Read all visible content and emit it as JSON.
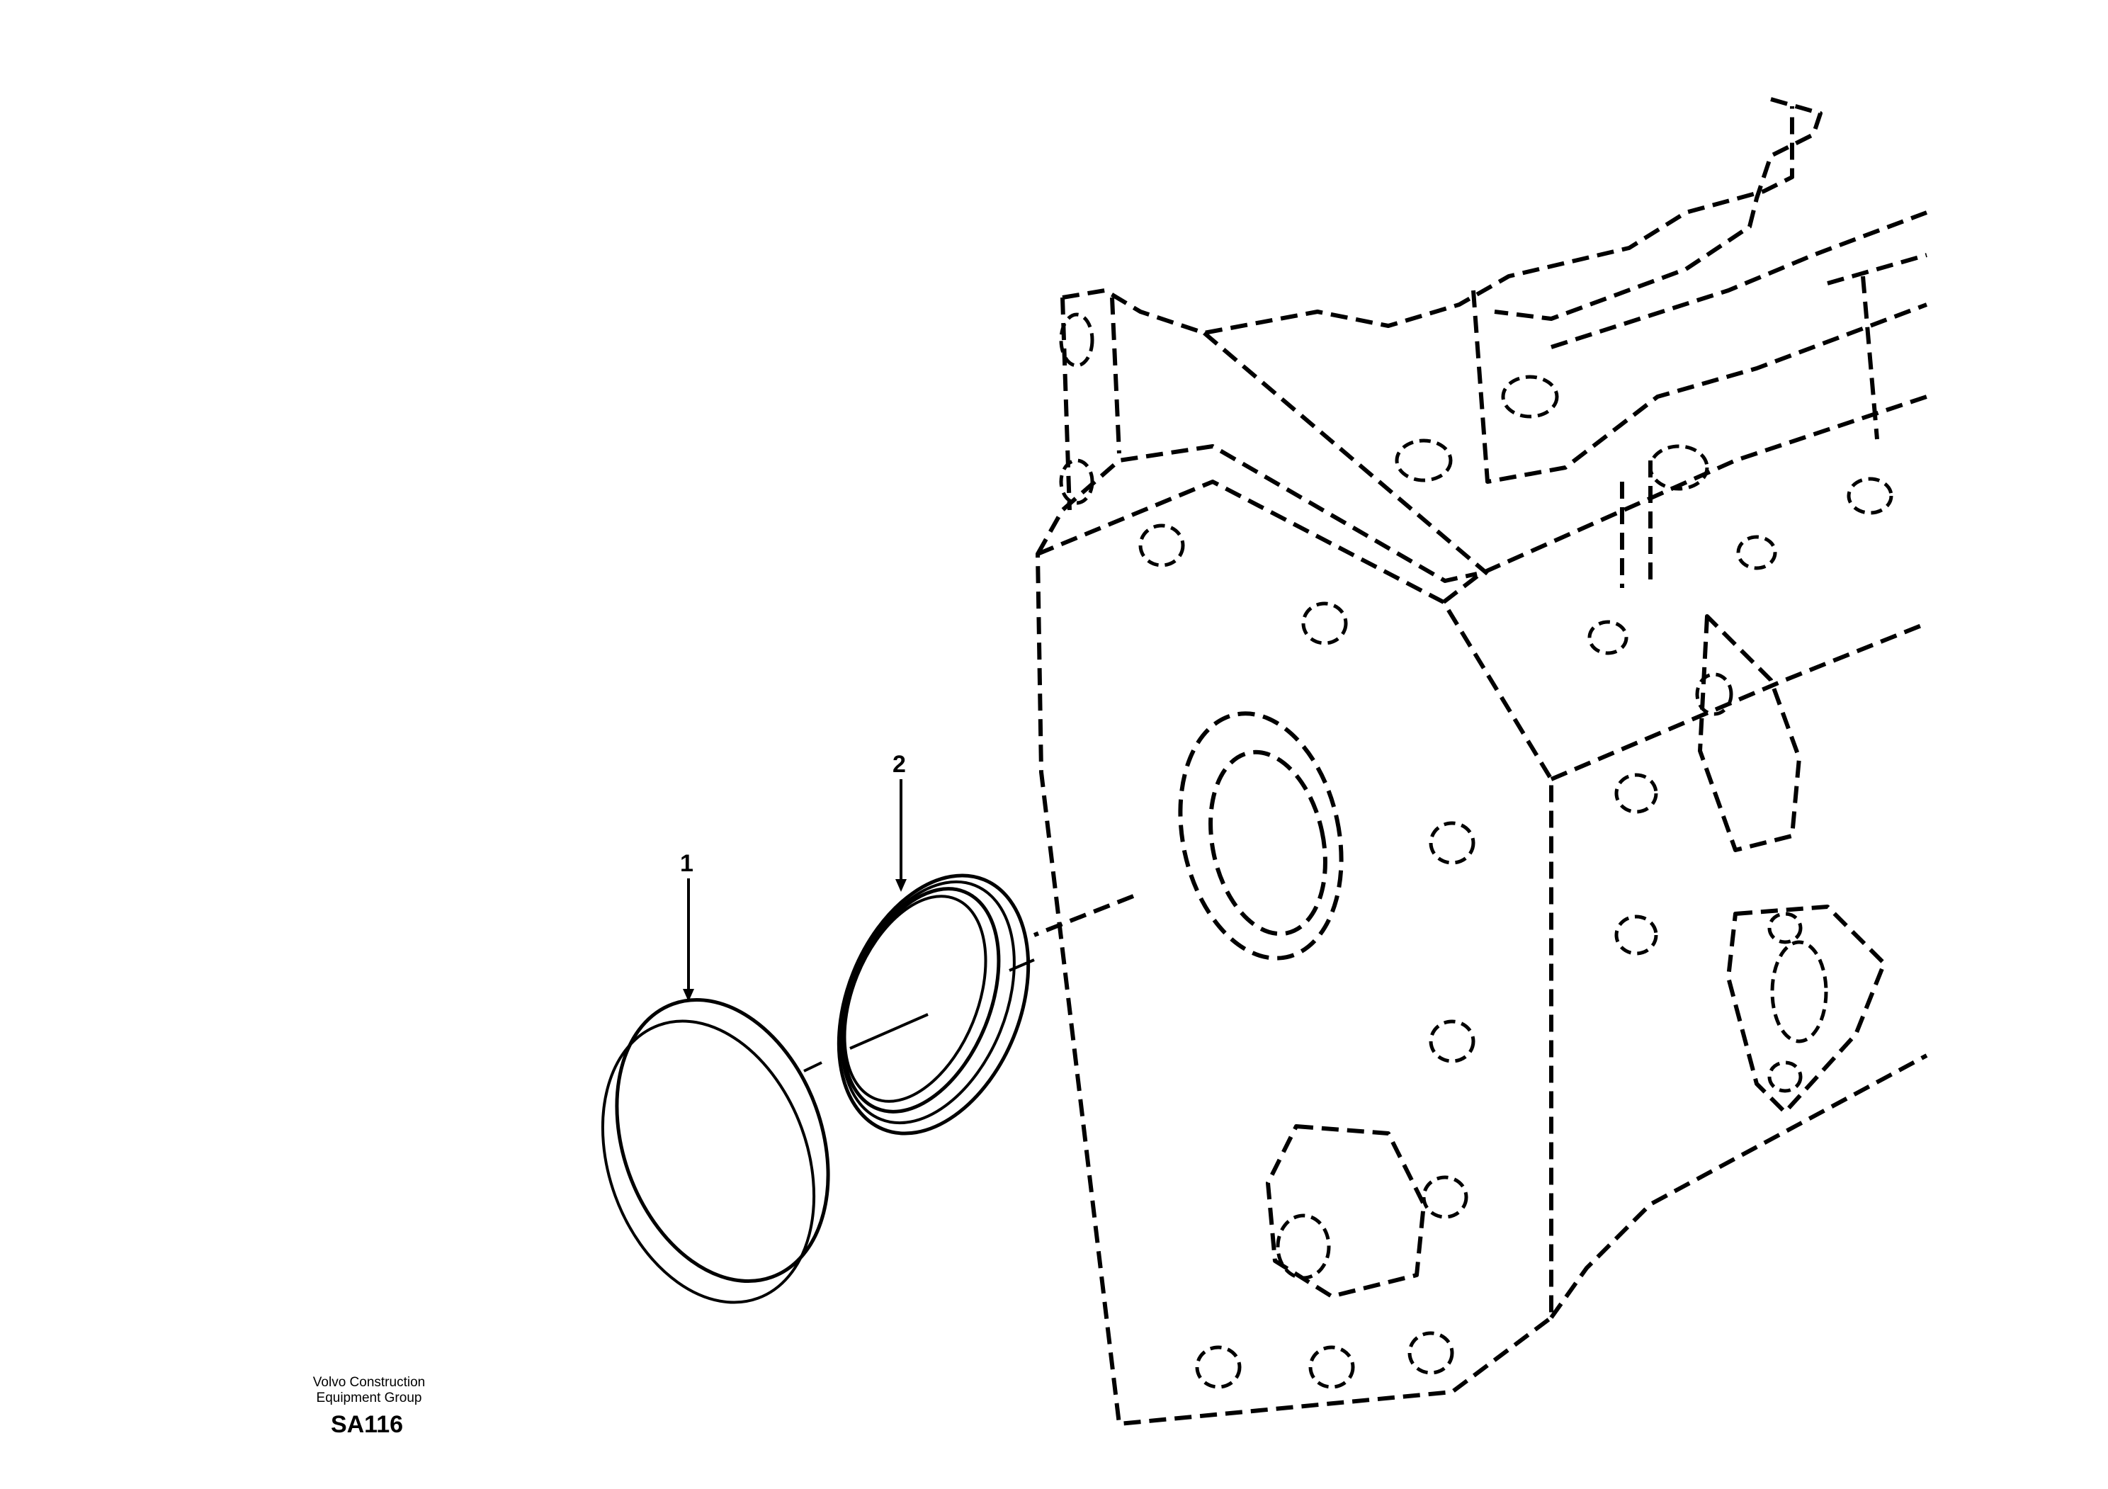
{
  "callouts": {
    "item1": "1",
    "item2": "2"
  },
  "footer": {
    "brand_line1": "Volvo Construction",
    "brand_line2": "Equipment Group",
    "figure_code": "SA116"
  }
}
